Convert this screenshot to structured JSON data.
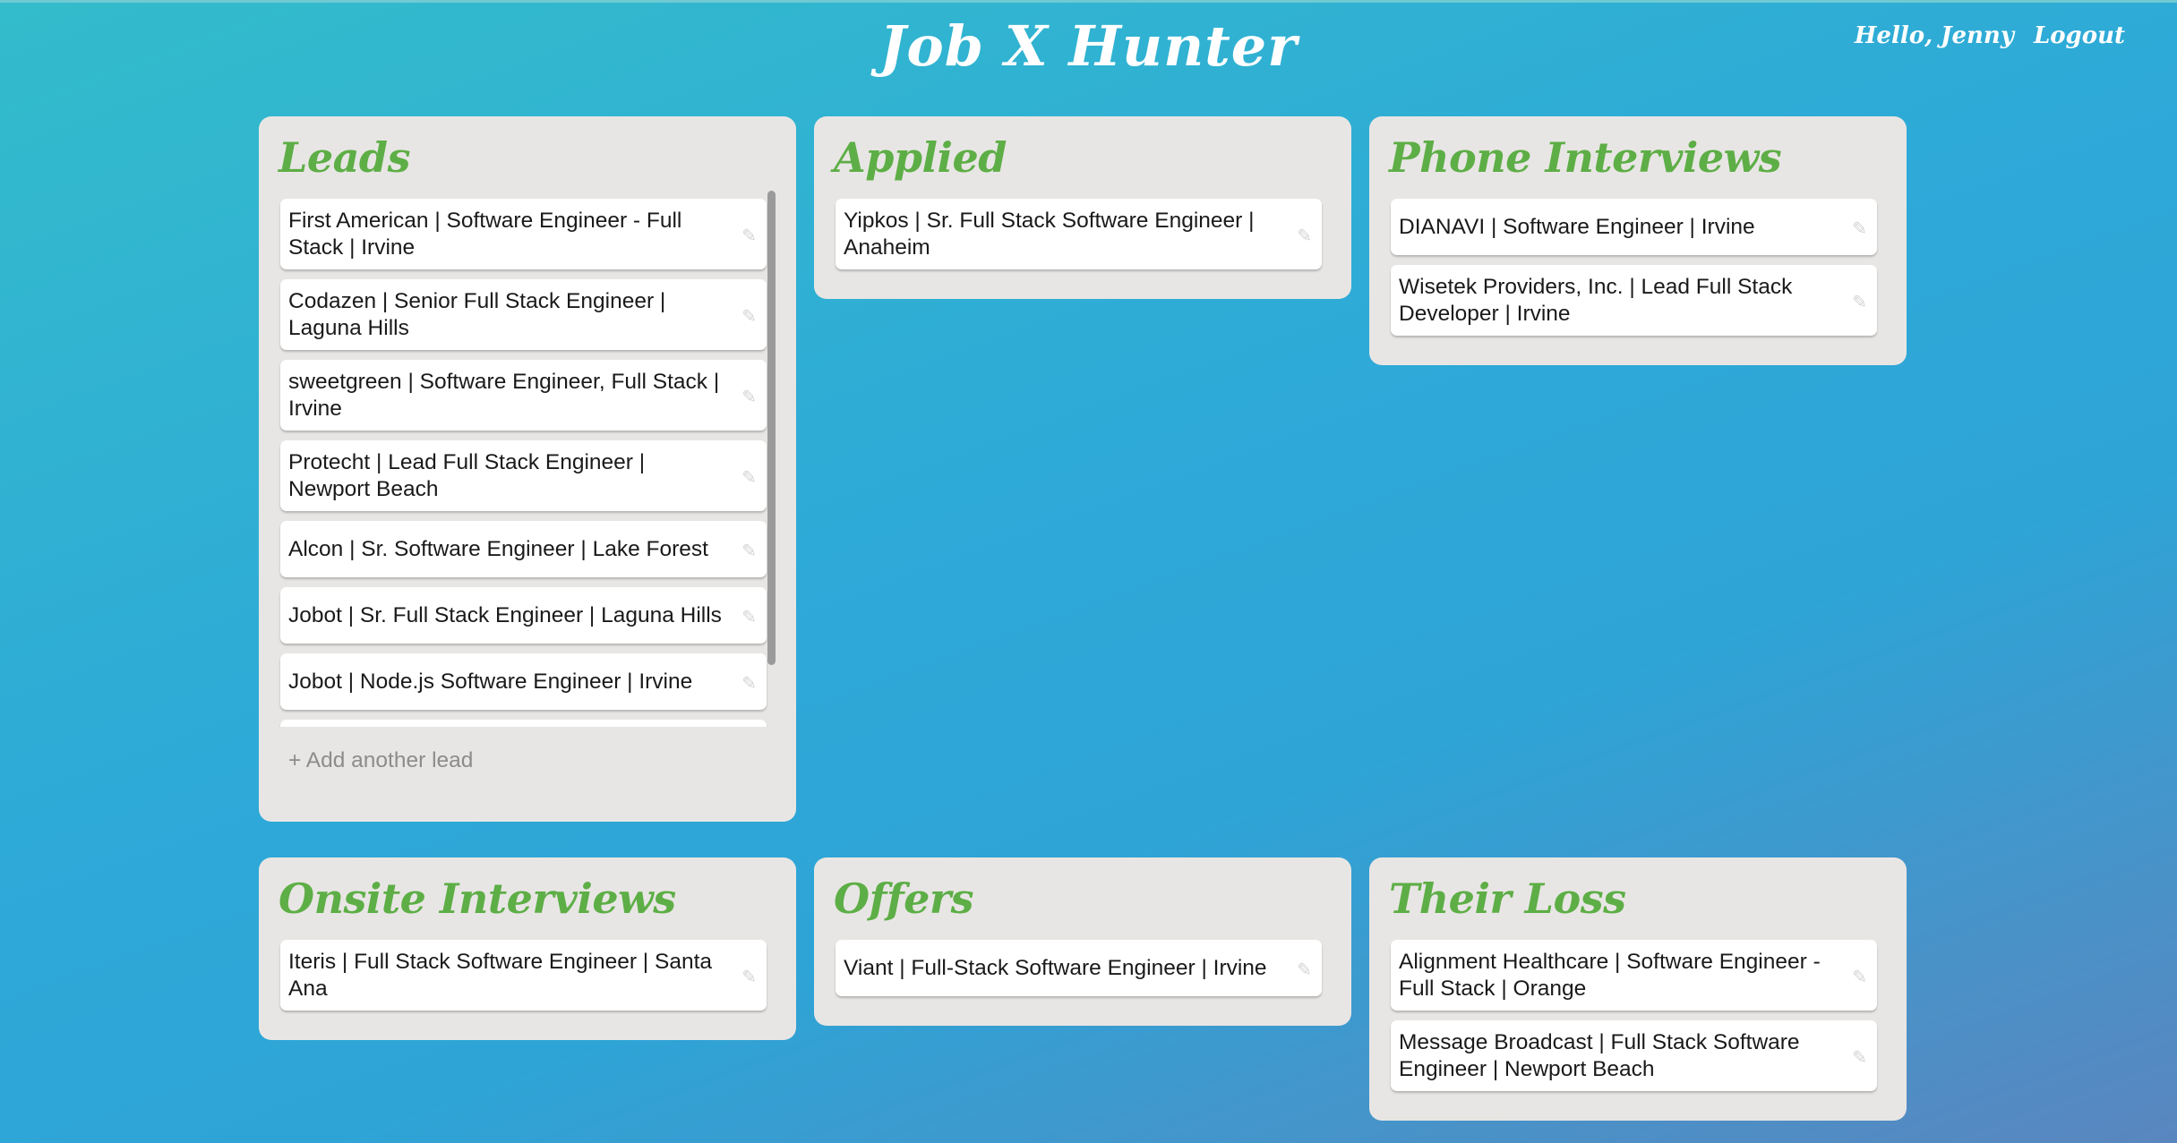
{
  "header": {
    "title": "Job X Hunter",
    "greeting": "Hello, Jenny",
    "logout": "Logout"
  },
  "columns": {
    "leads": {
      "title": "Leads",
      "cards": [
        "First American | Software Engineer - Full Stack | Irvine",
        "Codazen | Senior Full Stack Engineer | Laguna Hills",
        "sweetgreen | Software Engineer, Full Stack | Irvine",
        "Protecht | Lead Full Stack Engineer | Newport Beach",
        "Alcon | Sr. Software Engineer | Lake Forest",
        "Jobot | Sr. Full Stack Engineer | Laguna Hills",
        "Jobot | Node.js Software Engineer | Irvine"
      ],
      "add_label": "+ Add another lead"
    },
    "applied": {
      "title": "Applied",
      "cards": [
        "Yipkos | Sr. Full Stack Software Engineer | Anaheim"
      ]
    },
    "phone": {
      "title": "Phone Interviews",
      "cards": [
        "DIANAVI | Software Engineer | Irvine",
        "Wisetek Providers, Inc. | Lead Full Stack Developer | Irvine"
      ]
    },
    "onsite": {
      "title": "Onsite Interviews",
      "cards": [
        "Iteris | Full Stack Software Engineer | Santa Ana"
      ]
    },
    "offers": {
      "title": "Offers",
      "cards": [
        "Viant | Full-Stack Software Engineer | Irvine"
      ]
    },
    "loss": {
      "title": "Their Loss",
      "cards": [
        "Alignment Healthcare | Software Engineer - Full Stack | Orange",
        "Message Broadcast | Full Stack Software Engineer | Newport Beach"
      ]
    }
  },
  "icons": {
    "card_edit": "pencil-icon"
  }
}
